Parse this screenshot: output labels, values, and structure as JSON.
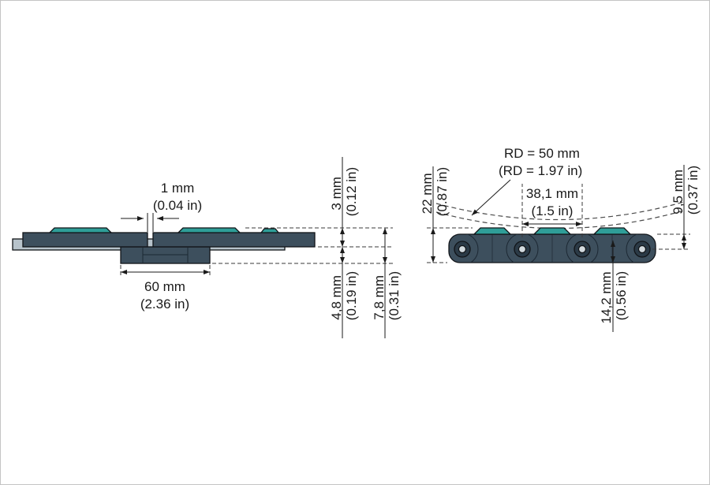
{
  "drawing": {
    "cross_section_view": {
      "dim_gap": {
        "metric": "1 mm",
        "imperial": "(0.04 in)"
      },
      "dim_width": {
        "metric": "60 mm",
        "imperial": "(2.36 in)"
      },
      "dim_thickness": {
        "metric": "3 mm",
        "imperial": "(0.12 in)"
      },
      "dim_hinge": {
        "metric": "4,8 mm",
        "imperial": "(0.19 in)"
      },
      "dim_total": {
        "metric": "7,8 mm",
        "imperial": "(0.31 in)"
      }
    },
    "side_view": {
      "dim_radius": {
        "metric": "RD = 50 mm",
        "imperial": "(RD = 1.97 in)"
      },
      "dim_pitch": {
        "metric": "38,1 mm",
        "imperial": "(1.5 in)"
      },
      "dim_height": {
        "metric": "22 mm",
        "imperial": "(0.87 in)"
      },
      "dim_pin_depth": {
        "metric": "9,5 mm",
        "imperial": "(0.37 in)"
      },
      "dim_plate_height": {
        "metric": "14,2 mm",
        "imperial": "(0.56 in)"
      }
    },
    "colors": {
      "link_body": "#3d4f5d",
      "link_dark": "#2b3a46",
      "friction_insert": "#2f9e98",
      "underplate": "#b7c3cb",
      "pin_hole": "#d3dade"
    }
  }
}
